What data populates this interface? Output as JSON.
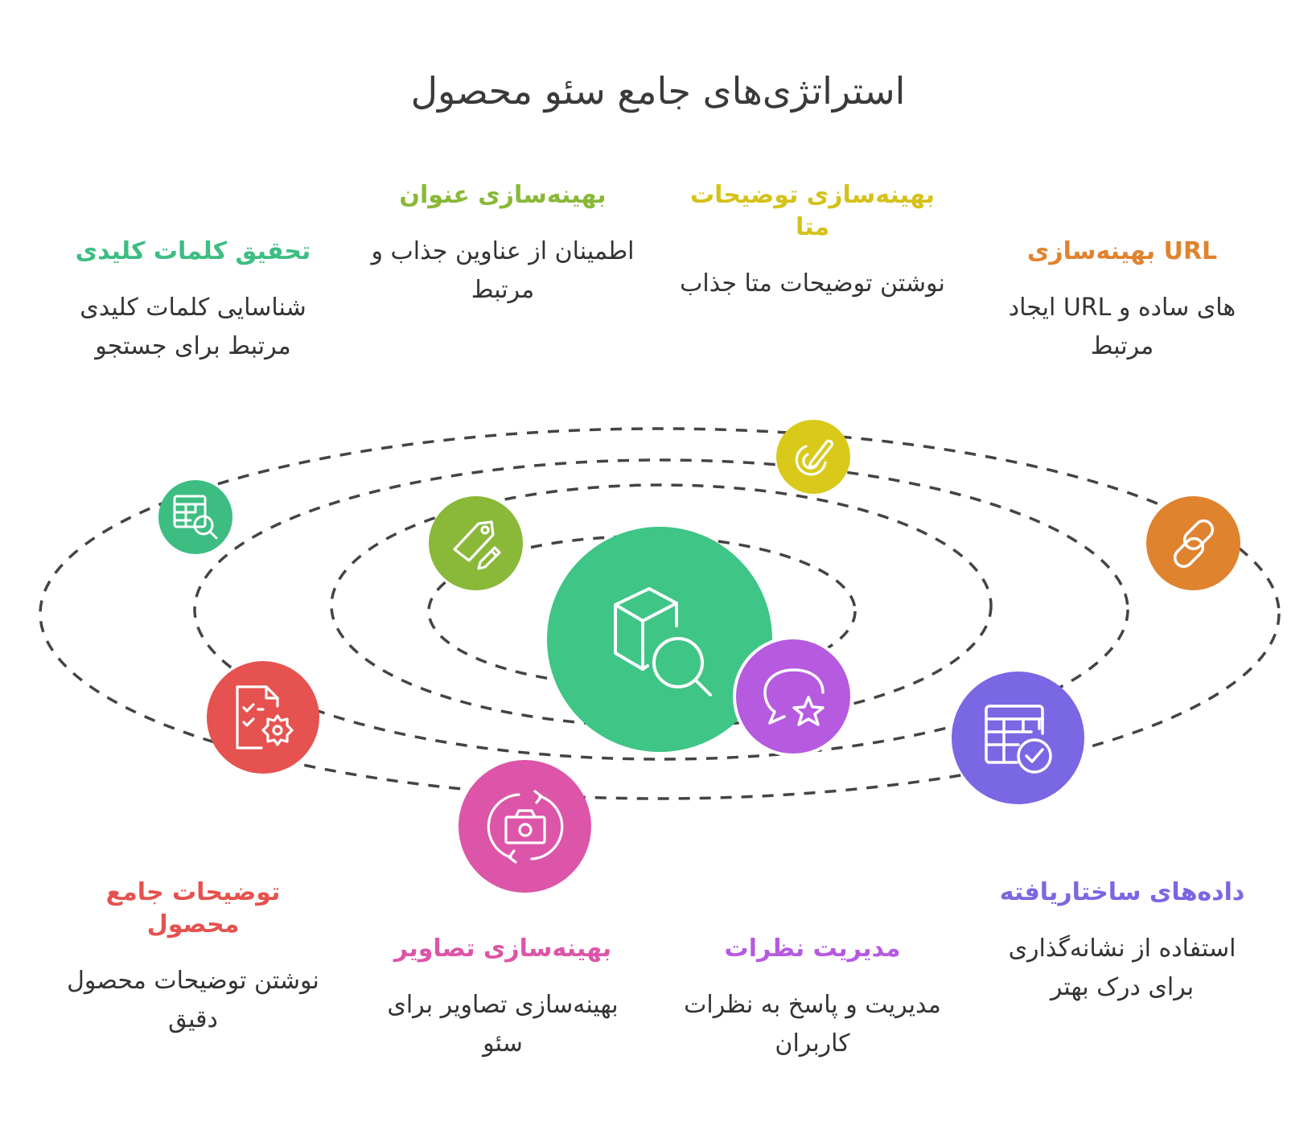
{
  "title": "استراتژی‌های جامع سئو محصول",
  "center": {
    "icon": "product-search-icon",
    "color": "#3fc586"
  },
  "strategies": [
    {
      "id": "keyword-research",
      "heading": "تحقیق کلمات کلیدی",
      "description": "شناسایی کلمات کلیدی مرتبط برای جستجو",
      "color": "#3dbd82",
      "icon": "table-search-icon"
    },
    {
      "id": "title-optimization",
      "heading": "بهینه‌سازی عنوان",
      "description": "اطمینان از عناوین جذاب و مرتبط",
      "color": "#8ab838",
      "icon": "tag-pencil-icon"
    },
    {
      "id": "meta-description",
      "heading": "بهینه‌سازی توضیحات متا",
      "description": "نوشتن توضیحات متا جذاب",
      "color": "#d9c91a",
      "icon": "pen-signature-icon"
    },
    {
      "id": "url-optimization",
      "heading": "URL بهینه‌سازی",
      "description": "های ساده و URL ایجاد مرتبط",
      "color": "#e0832f",
      "icon": "link-icon"
    },
    {
      "id": "product-description",
      "heading": "توضیحات جامع محصول",
      "description": "نوشتن توضیحات محصول دقیق",
      "color": "#e5524f",
      "icon": "document-gear-icon"
    },
    {
      "id": "image-optimization",
      "heading": "بهینه‌سازی تصاویر",
      "description": "بهینه‌سازی تصاویر برای سئو",
      "color": "#dd55a8",
      "icon": "camera-rotate-icon"
    },
    {
      "id": "review-management",
      "heading": "مدیریت نظرات",
      "description": "مدیریت و پاسخ به نظرات کاربران",
      "color": "#b65ae0",
      "icon": "chat-star-icon"
    },
    {
      "id": "structured-data",
      "heading": "داده‌های ساختاریافته",
      "description": "استفاده از نشانه‌گذاری برای درک بهتر",
      "color": "#7a67e3",
      "icon": "table-check-icon"
    }
  ]
}
